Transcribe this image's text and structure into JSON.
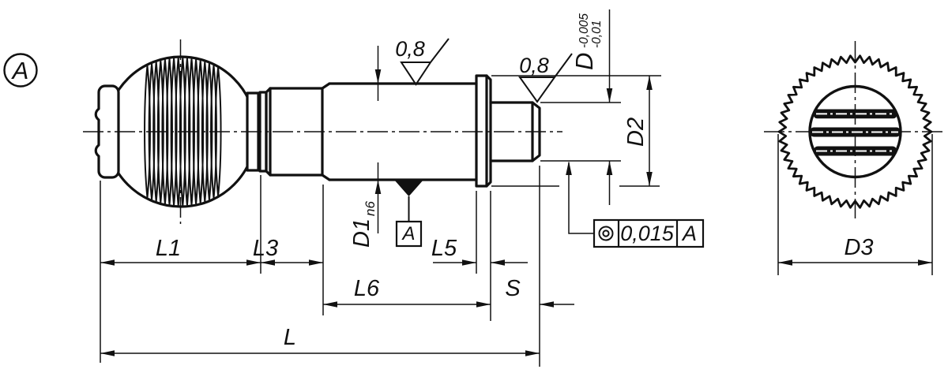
{
  "drawing": {
    "detail_label": "A",
    "labels": {
      "L1": "L1",
      "L3": "L3",
      "L5": "L5",
      "L6": "L6",
      "S": "S",
      "L": "L",
      "D1": "D1",
      "D1_fit": "n6",
      "D2": "D2",
      "D3": "D3",
      "D": "D",
      "D_tol_upper": "-0,005",
      "D_tol_lower": "-0,01",
      "roughness_top": "0,8",
      "roughness_pin": "0,8",
      "datum_flag": "A"
    },
    "feature_control_frame": {
      "symbol_name": "concentricity-symbol",
      "tolerance": "0,015",
      "datum": "A"
    },
    "colors": {
      "line": "#111111",
      "background": "#ffffff"
    }
  }
}
